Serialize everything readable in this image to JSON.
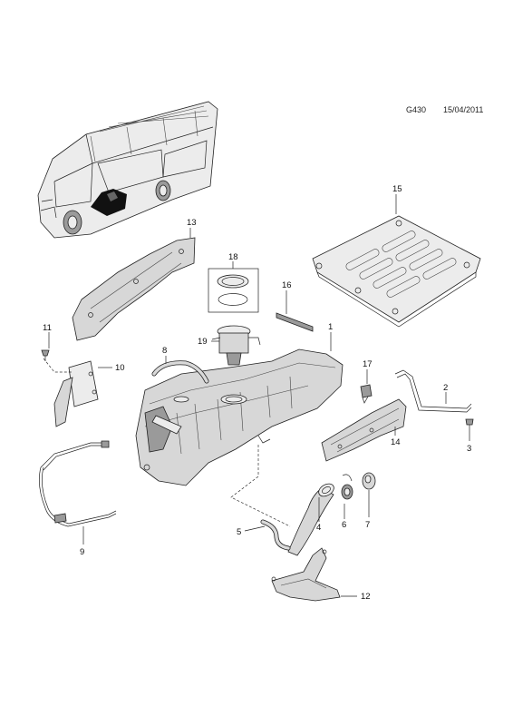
{
  "header": {
    "diagram_code": "G430",
    "date": "15/04/2011"
  },
  "callouts": {
    "c1": "1",
    "c2": "2",
    "c3": "3",
    "c4": "4",
    "c5": "5",
    "c6": "6",
    "c7": "7",
    "c8": "8",
    "c9": "9",
    "c10": "10",
    "c11": "11",
    "c12": "12",
    "c13": "13",
    "c14": "14",
    "c15": "15",
    "c16": "16",
    "c17": "17",
    "c18": "18",
    "c19": "19"
  },
  "colors": {
    "line": "#222222",
    "part_fill": "#d7d7d7",
    "highlight": "#111111"
  }
}
